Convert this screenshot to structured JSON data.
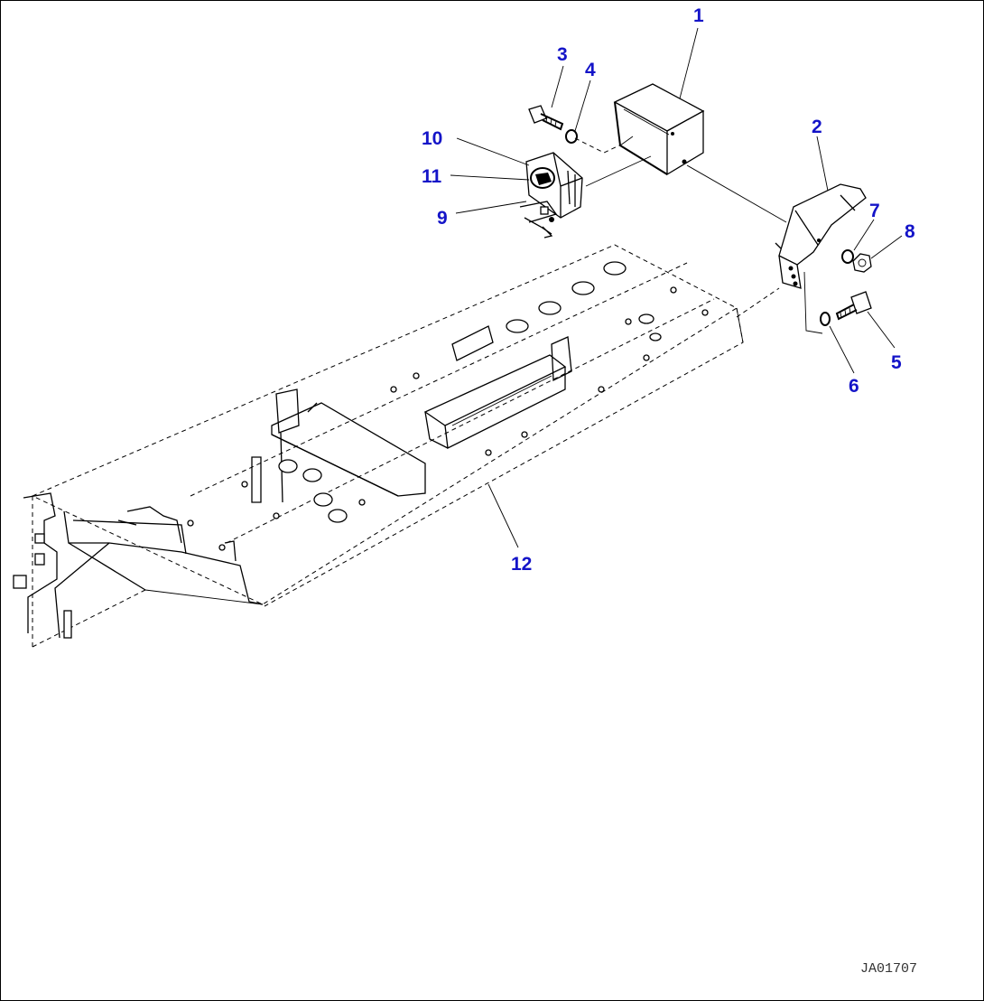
{
  "diagram": {
    "drawing_code": "JA01707",
    "callouts": [
      {
        "id": "c1",
        "label": "1"
      },
      {
        "id": "c2",
        "label": "2"
      },
      {
        "id": "c3",
        "label": "3"
      },
      {
        "id": "c4",
        "label": "4"
      },
      {
        "id": "c5",
        "label": "5"
      },
      {
        "id": "c6",
        "label": "6"
      },
      {
        "id": "c7",
        "label": "7"
      },
      {
        "id": "c8",
        "label": "8"
      },
      {
        "id": "c9",
        "label": "9"
      },
      {
        "id": "c10",
        "label": "10"
      },
      {
        "id": "c11",
        "label": "11"
      },
      {
        "id": "c12",
        "label": "12"
      }
    ],
    "colors": {
      "callout": "#1414c8",
      "line": "#000000",
      "background": "#ffffff"
    }
  }
}
